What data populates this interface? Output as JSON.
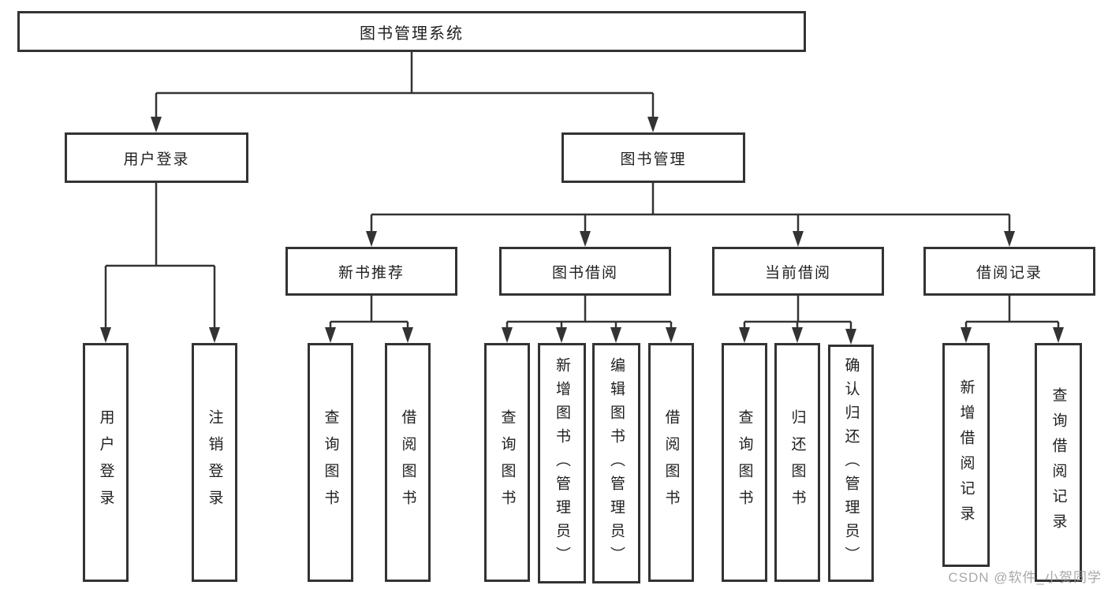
{
  "diagram": {
    "title": "图书管理系统",
    "root": {
      "label": "图书管理系统"
    },
    "level2": [
      {
        "label": "用户登录"
      },
      {
        "label": "图书管理"
      }
    ],
    "level3": [
      {
        "label": "新书推荐",
        "parent": "图书管理"
      },
      {
        "label": "图书借阅",
        "parent": "图书管理"
      },
      {
        "label": "当前借阅",
        "parent": "图书管理"
      },
      {
        "label": "借阅记录",
        "parent": "图书管理"
      }
    ],
    "leaves": [
      {
        "label": "用户登录",
        "parent": "用户登录"
      },
      {
        "label": "注销登录",
        "parent": "用户登录"
      },
      {
        "label": "查询图书",
        "parent": "新书推荐"
      },
      {
        "label": "借阅图书",
        "parent": "新书推荐"
      },
      {
        "label": "查询图书",
        "parent": "图书借阅"
      },
      {
        "label": "新增图书（管理员）",
        "parent": "图书借阅"
      },
      {
        "label": "编辑图书（管理员）",
        "parent": "图书借阅"
      },
      {
        "label": "借阅图书",
        "parent": "图书借阅"
      },
      {
        "label": "查询图书",
        "parent": "当前借阅"
      },
      {
        "label": "归还图书",
        "parent": "当前借阅"
      },
      {
        "label": "确认归还（管理员）",
        "parent": "当前借阅"
      },
      {
        "label": "新增借阅记录",
        "parent": "借阅记录"
      },
      {
        "label": "查询借阅记录",
        "parent": "借阅记录"
      }
    ]
  },
  "watermark": {
    "text": "CSDN @软件_小贺同学"
  },
  "colors": {
    "line": "#333333",
    "box_border": "#333333",
    "text": "#1f1f1f",
    "watermark": "#9e9e9e",
    "background": "#ffffff"
  }
}
